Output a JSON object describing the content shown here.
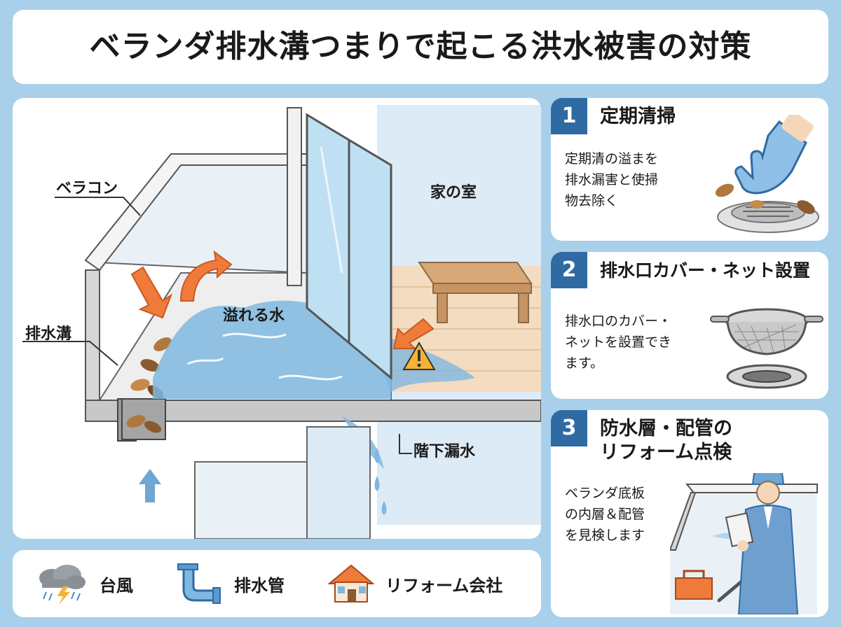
{
  "title": "ベランダ排水溝つまりで起こる洪水被害の対策",
  "diagram": {
    "labels": {
      "balcony": "ベラコン",
      "drain": "排水溝",
      "overflow": "溢れる水",
      "room": "家の室",
      "leak": "階下漏水"
    }
  },
  "steps": [
    {
      "number": "1",
      "title": "定期清掃",
      "desc": [
        "定期清の溢まを",
        "排水漏害と使掃",
        "物去除く"
      ]
    },
    {
      "number": "2",
      "title": "排水口カバー・ネット設置",
      "desc": [
        "排水口のカバー・",
        "ネットを設置でき",
        "ます。"
      ]
    },
    {
      "number": "3",
      "title": [
        "防水層・配管の",
        "リフォーム点検"
      ],
      "desc": [
        "ベランダ底板",
        "の内層＆配管",
        "を見検します"
      ]
    }
  ],
  "legend": [
    {
      "icon": "storm-cloud-icon",
      "label": "台風"
    },
    {
      "icon": "drain-pipe-icon",
      "label": "排水管"
    },
    {
      "icon": "house-icon",
      "label": "リフォーム会社"
    }
  ],
  "colors": {
    "accent": "#2f6aa3",
    "background": "#a9d0ea",
    "water": "#7fb8e0",
    "arrow": "#f07a3a"
  }
}
